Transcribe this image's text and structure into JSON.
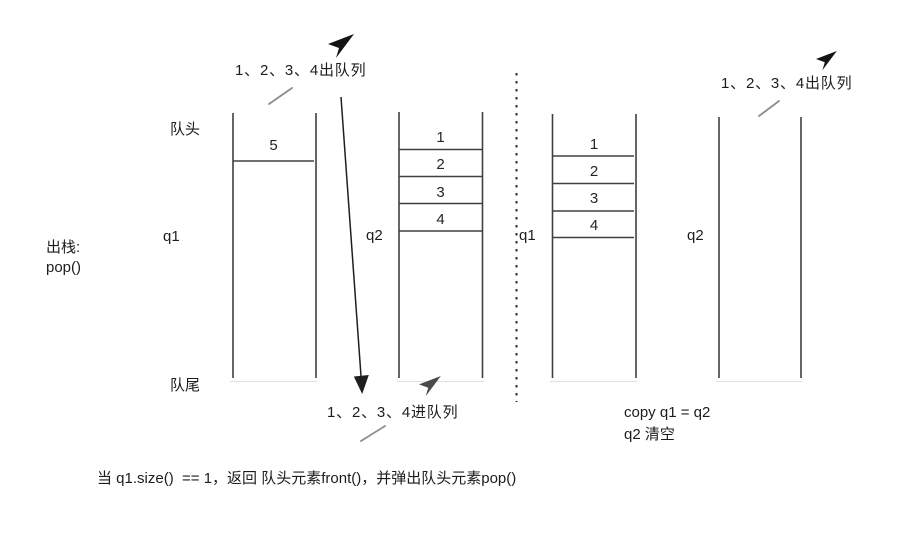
{
  "colors": {
    "background": "#ffffff",
    "line": "#404040",
    "text": "#1c1c1c",
    "slash": "#8c8c8c",
    "arrow": "#1f1f1f",
    "cursor_icon": "#141414",
    "cursor_icon_dim": "#4a4a4a",
    "faint_baseline": "#e2e2e2"
  },
  "left": {
    "op_line1": "出栈:",
    "op_line2": "pop()",
    "head_label": "队头",
    "tail_label": "队尾",
    "caption_top": "1、2、3、4出队列",
    "caption_bottom": "1、2、3、4进队列",
    "q1_label": "q1",
    "q1_items": [
      "5"
    ],
    "q2_label": "q2",
    "q2_items": [
      "1",
      "2",
      "3",
      "4"
    ]
  },
  "right": {
    "caption_top": "1、2、3、4出队列",
    "q1_label": "q1",
    "q1_items": [
      "1",
      "2",
      "3",
      "4"
    ],
    "q2_label": "q2",
    "q2_items": [],
    "note_line1": "copy q1 = q2",
    "note_line2": "q2 清空"
  },
  "footer": {
    "note": "当 q1.size()  == 1，返回 队头元素front()，并弹出队头元素pop()"
  }
}
